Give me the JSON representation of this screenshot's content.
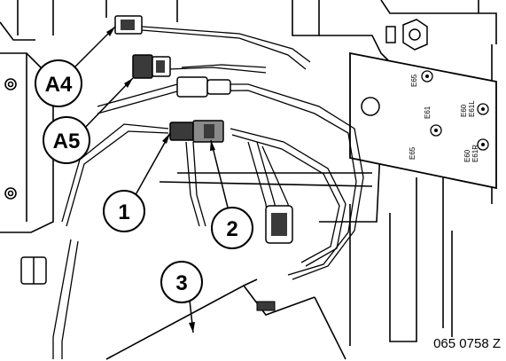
{
  "callouts": {
    "a4": "A4",
    "a5": "A5",
    "one": "1",
    "two": "2",
    "three": "3"
  },
  "plate_labels": {
    "e65_top": "E65",
    "e60_e61l": "E60\nE61L",
    "e61": "E61",
    "e65_bottom": "E65",
    "e60_e61r": "E60\nE61R"
  },
  "figure_reference": "065 0758 Z",
  "colors": {
    "line": "#000000",
    "background": "#ffffff",
    "connector_dark": "#3a3a3a",
    "connector_gray": "#8a8a8a"
  }
}
